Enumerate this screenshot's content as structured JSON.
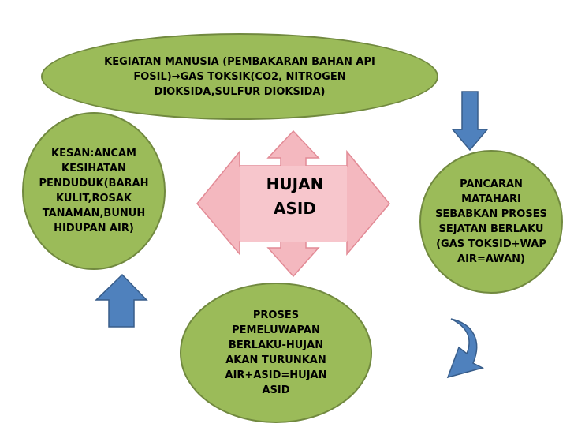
{
  "diagram": {
    "center": {
      "label": "HUJAN\nASID"
    },
    "nodes": {
      "top": "KEGIATAN MANUSIA (PEMBAKARAN BAHAN API\nFOSIL)→GAS TOKSIK(CO2, NITROGEN\nDIOKSIDA,SULFUR DIOKSIDA)",
      "right": "PANCARAN\nMATAHARI\nSEBABKAN PROSES\nSEJATAN BERLAKU\n(GAS TOKSID+WAP\nAIR=AWAN)",
      "bottom": "PROSES\nPEMELUWAPAN\nBERLAKU-HUJAN\nAKAN TURUNKAN\nAIR+ASID=HUJAN\nASID",
      "left": "KESAN:ANCAM\nKESIHATAN\nPENDUDUK(BARAH\nKULIT,ROSAK\nTANAMAN,BUNUH\nHIDUPAN AIR)"
    },
    "colors": {
      "node_fill": "#9bbb59",
      "node_border": "#71893f",
      "center_fill": "#f4b8bf",
      "center_border": "#e28a95",
      "arrow_fill": "#4f81bd",
      "arrow_border": "#385d8a"
    }
  }
}
